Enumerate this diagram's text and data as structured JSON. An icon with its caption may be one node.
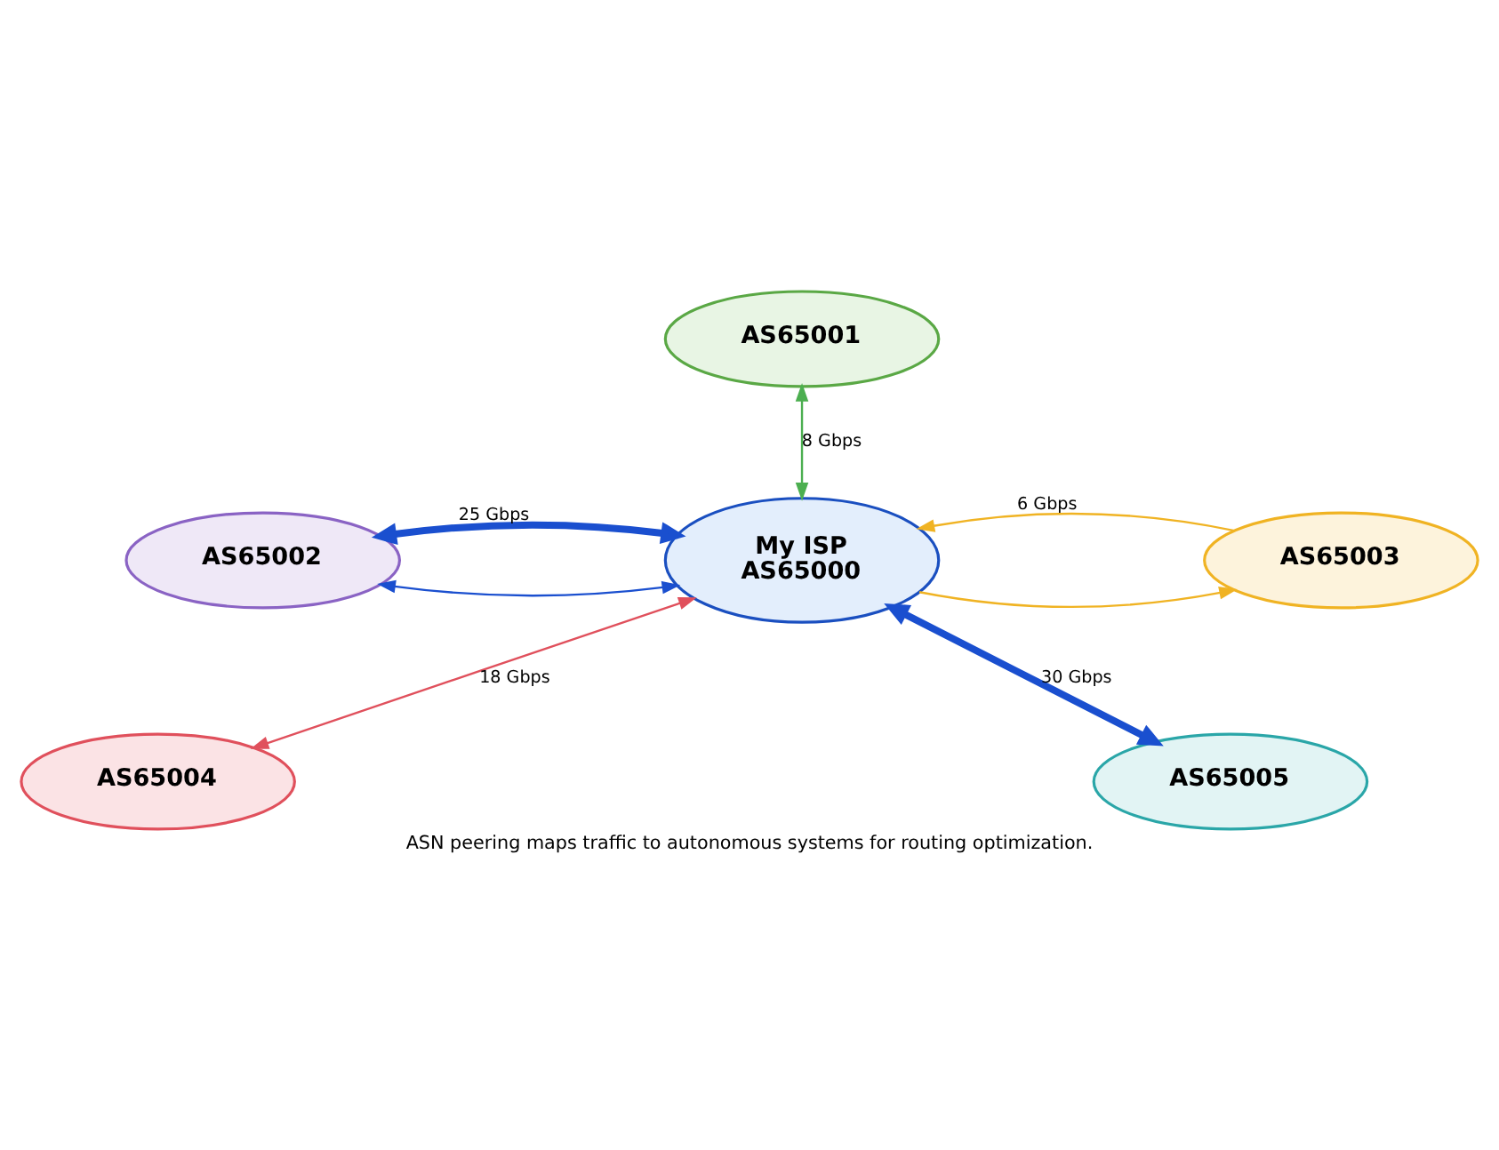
{
  "diagram": {
    "caption": "ASN peering maps traffic to autonomous systems for routing optimization.",
    "nodes": [
      {
        "text": [
          "AS65001"
        ]
      },
      {
        "text": [
          "AS65002"
        ]
      },
      {
        "text": [
          "My ISP",
          "AS65000"
        ]
      },
      {
        "text": [
          "AS65003"
        ]
      },
      {
        "text": [
          "AS65004"
        ]
      },
      {
        "text": [
          "AS65005"
        ]
      }
    ],
    "edges": [
      {
        "from": 0,
        "to": 2,
        "arrow": "both",
        "label": "8 Gbps",
        "color": "#4caf50"
      },
      {
        "from": 1,
        "to": 2,
        "arrow": "both"
      },
      {
        "from": 1,
        "to": 2,
        "arrow": "both",
        "label": "25 Gbps",
        "style": "thick"
      },
      {
        "from": 2,
        "to": 3,
        "arrow": "to",
        "color": "#f0b323"
      },
      {
        "from": 3,
        "to": 2,
        "arrow": "to",
        "label": "6 Gbps",
        "color": "#f0b323"
      },
      {
        "from": 2,
        "to": 4,
        "arrow": "both",
        "label": "18 Gbps",
        "color": "#e0505c"
      },
      {
        "from": 2,
        "to": 5,
        "arrow": "both",
        "label": "30 Gbps",
        "style": "thick"
      }
    ]
  }
}
